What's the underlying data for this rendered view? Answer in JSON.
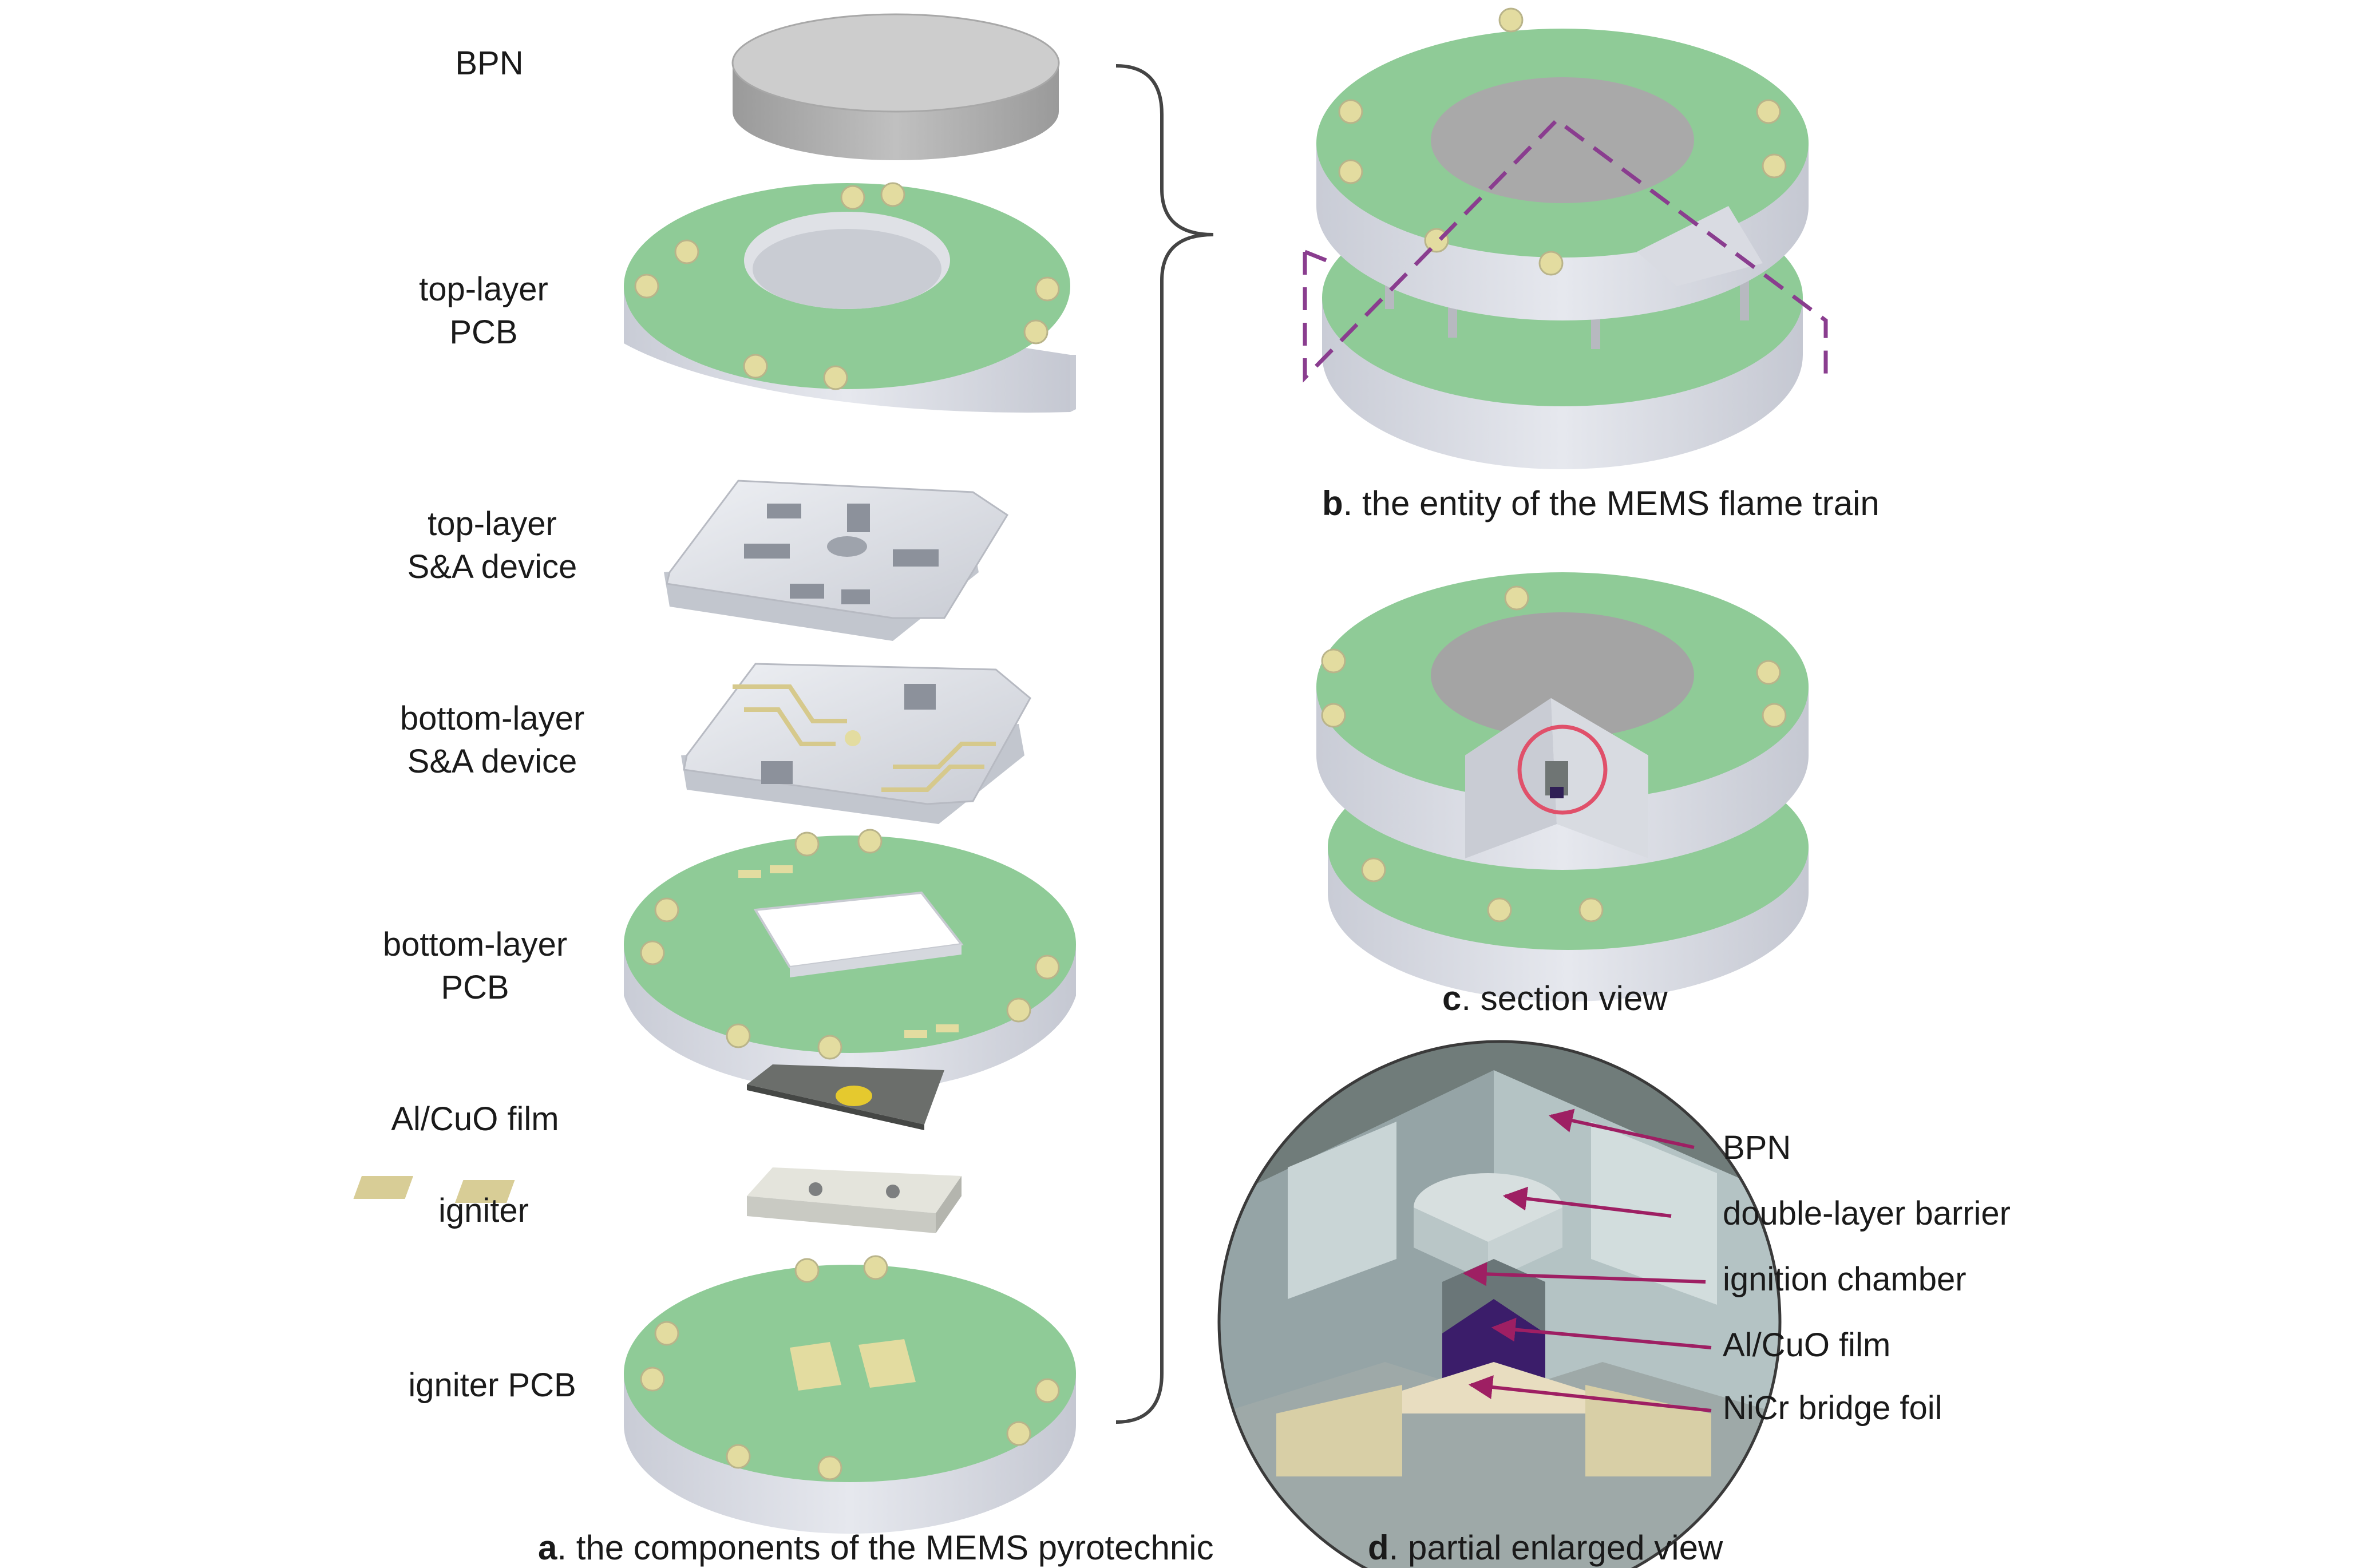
{
  "labels": {
    "bpn": "BPN",
    "top_pcb_1": "top-layer",
    "top_pcb_2": "PCB",
    "top_sa_1": "top-layer",
    "top_sa_2": "S&A device",
    "bottom_sa_1": "bottom-layer",
    "bottom_sa_2": "S&A device",
    "bottom_pcb_1": "bottom-layer",
    "bottom_pcb_2": "PCB",
    "alcuo_film": "Al/CuO film",
    "igniter": "igniter",
    "igniter_pcb": "igniter PCB"
  },
  "captions": {
    "a_letter": "a",
    "a_text": ". the components of the MEMS pyrotechnic",
    "b_letter": "b",
    "b_text": ". the entity of the MEMS flame train",
    "c_letter": "c",
    "c_text": ". section view",
    "d_letter": "d",
    "d_text": ". partial enlarged view"
  },
  "callouts": {
    "bpn": "BPN",
    "barrier": "double-layer barrier",
    "chamber": "ignition chamber",
    "film": "Al/CuO film",
    "foil": "NiCr bridge foil"
  },
  "colors": {
    "pcb_green": "#8fcb97",
    "pcb_side": "#d9dbe3",
    "pad": "#e3dca0",
    "bpn_gray": "#c4c4c4",
    "arrow": "#9e1f63",
    "dashed_section": "#8a3d8f",
    "highlight_circle": "#e0506a"
  }
}
